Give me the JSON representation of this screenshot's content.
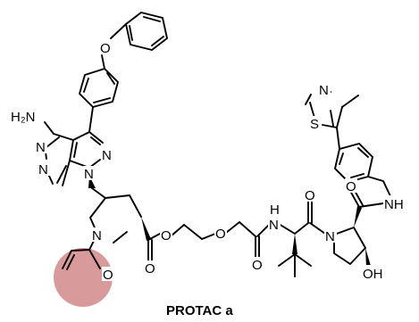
{
  "caption": "PROTAC a",
  "highlight_color": "#d99a9c",
  "atoms": {
    "ether_o": "O",
    "nh2": "H₂N",
    "pyr_n1": "N",
    "pyr_n3": "N",
    "pz_n2": "N",
    "pz_n1": "N",
    "pyrrolidine_n1": "N",
    "acryl_o": "O",
    "ester_o_dbl": "O",
    "ester_o": "O",
    "glycol_o": "O",
    "amide1_o": "O",
    "amide_nh": "N",
    "amide_h": "H",
    "amide2_o": "O",
    "pyrrolidine_n2": "N",
    "oh": "OH",
    "thiazole_n": "N",
    "thiazole_s": "S",
    "amide3_o": "O",
    "amide3_nh": "NH"
  }
}
